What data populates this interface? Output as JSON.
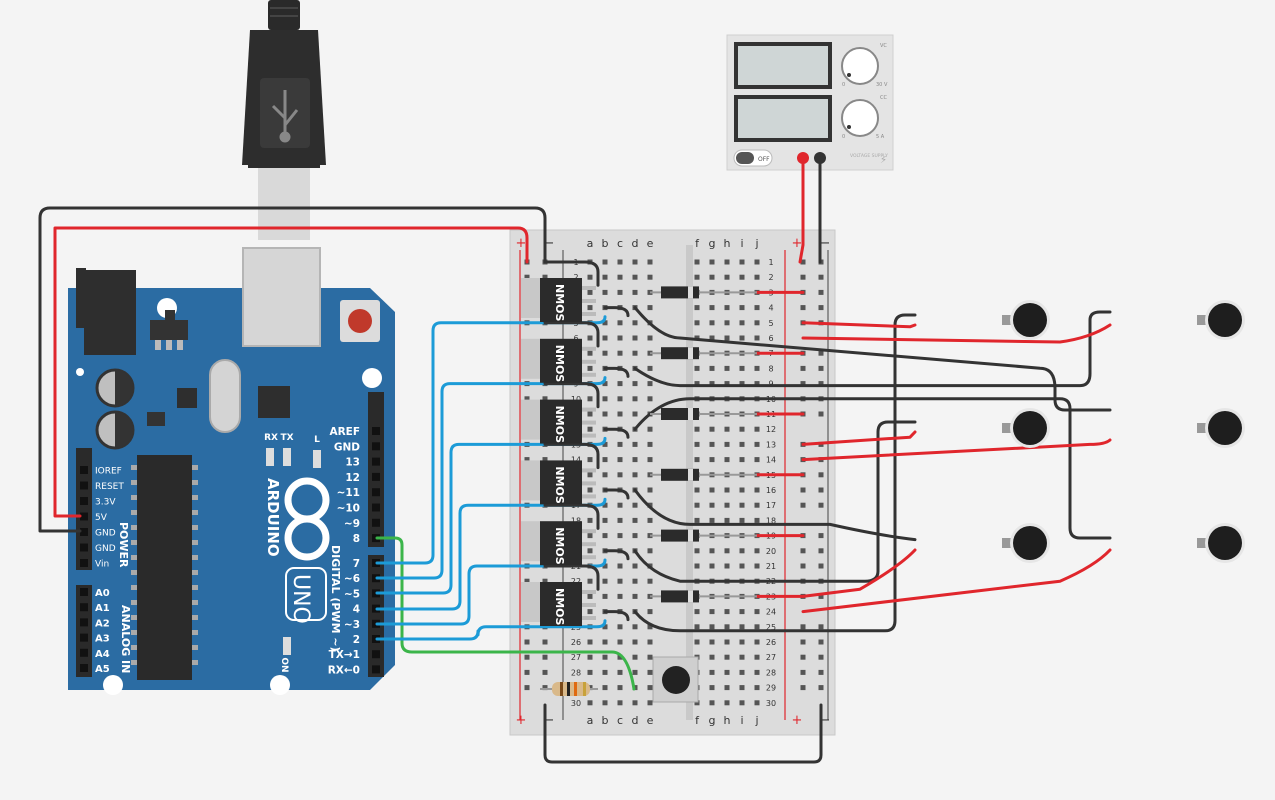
{
  "arduino": {
    "brand": "ARDUINO",
    "model": "UNO",
    "power_title": "POWER",
    "analog_title": "ANALOG IN",
    "digital_title": "DIGITAL (PWM ~)",
    "tx_led": "TX",
    "rx_led": "RX",
    "l_led": "L",
    "on_led": "ON",
    "power_pins": [
      "IOREF",
      "RESET",
      "3.3V",
      "5V",
      "GND",
      "GND",
      "Vin"
    ],
    "analog_pins": [
      "A0",
      "A1",
      "A2",
      "A3",
      "A4",
      "A5"
    ],
    "top_header_pins": [
      "AREF",
      "GND",
      "13",
      "12",
      "~11",
      "~10",
      "~9",
      "8"
    ],
    "bottom_header_pins": [
      "7",
      "~6",
      "~5",
      "4",
      "~3",
      "2",
      "TX→1",
      "RX←0"
    ]
  },
  "breadboard": {
    "left_letters": [
      "a",
      "b",
      "c",
      "d",
      "e"
    ],
    "right_letters": [
      "f",
      "g",
      "h",
      "i",
      "j"
    ],
    "rail_plus": "+",
    "rail_minus": "−",
    "row_count": 30
  },
  "components": {
    "mosfet_label": "NMOS",
    "mosfet_count": 6,
    "diode_count": 6,
    "motor_count": 6
  },
  "power_supply": {
    "switch_label": "OFF",
    "voltage_tag": "VC",
    "current_tag": "CC",
    "voltage_max": "30 V",
    "current_max": "5 A",
    "knob_min": "0",
    "panel_label": "VOLTAGE SUPPLY"
  },
  "colors": {
    "board_blue": "#2b6ca3",
    "wire_red": "#e0262c",
    "wire_black": "#333333",
    "wire_blue": "#1c9bd7",
    "wire_green": "#3bb54a"
  }
}
